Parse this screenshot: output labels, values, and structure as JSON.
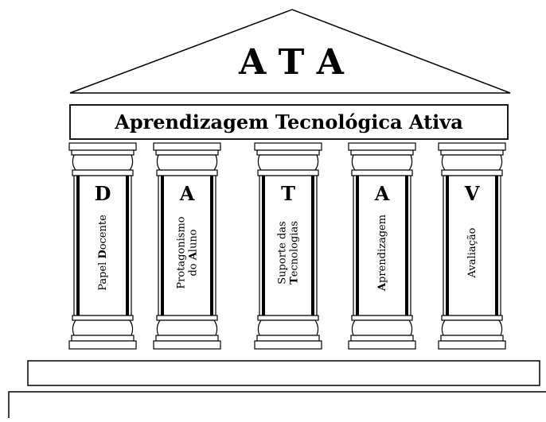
{
  "roof": {
    "title": "A T A"
  },
  "beam": {
    "label": "Aprendizagem Tecnológica Ativa"
  },
  "pillars": [
    {
      "letter": "D",
      "label_lines": [
        [
          {
            "t": "Papel "
          },
          {
            "t": "D",
            "b": true
          },
          {
            "t": "ocente"
          }
        ]
      ]
    },
    {
      "letter": "A",
      "label_lines": [
        [
          {
            "t": "Protagonismo"
          }
        ],
        [
          {
            "t": "do "
          },
          {
            "t": "A",
            "b": true
          },
          {
            "t": "luno"
          }
        ]
      ]
    },
    {
      "letter": "T",
      "label_lines": [
        [
          {
            "t": "Suporte das"
          }
        ],
        [
          {
            "t": "T",
            "b": true
          },
          {
            "t": "ecnologias"
          }
        ]
      ]
    },
    {
      "letter": "A",
      "label_lines": [
        [
          {
            "t": "A",
            "b": true
          },
          {
            "t": "prendizagem"
          }
        ]
      ]
    },
    {
      "letter": "V",
      "label_lines": [
        [
          {
            "t": "Avaliação"
          }
        ]
      ]
    }
  ],
  "colors": {
    "stroke": "#000000",
    "fill": "#ffffff"
  }
}
